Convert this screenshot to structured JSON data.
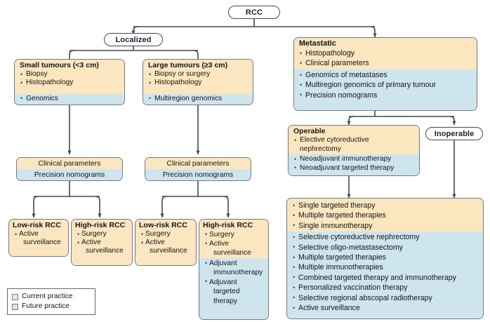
{
  "legend": {
    "current_label": "Current practice",
    "future_label": "Future practice",
    "current_color": "#fbe6bf",
    "future_color": "#cfe5ee"
  },
  "colors": {
    "current_practice": "#fbe6bf",
    "future_practice": "#cfe5ee",
    "node_border": "#3d4a54",
    "box_border": "#6f7b85",
    "edge": "#3d4a54",
    "text": "#111619",
    "background": "#ffffff"
  },
  "nodes": {
    "root": {
      "label": "RCC"
    },
    "localized": {
      "label": "Localized"
    },
    "metastatic_title": {
      "label": "Metastatic"
    },
    "operable_title": {
      "label": "Operable"
    },
    "inoperable": {
      "label": "Inoperable"
    }
  },
  "boxes": {
    "small_tumours": {
      "title": "Small tumours (<3 cm)",
      "current": [
        "Biopsy",
        "Histopathology"
      ],
      "future": [
        "Genomics"
      ]
    },
    "large_tumours": {
      "title": "Large tumours (≥3 cm)",
      "current": [
        "Biopsy or surgery",
        "Histopathology"
      ],
      "future": [
        "Multiregion genomics"
      ]
    },
    "metastatic": {
      "title": "Metastatic",
      "current": [
        "Histopathology",
        "Clinical parameters"
      ],
      "future": [
        "Genomics of metastases",
        "Multiregion genomics of primary tumour",
        "Precision nomograms"
      ]
    },
    "clinical_left": {
      "current_line": "Clinical parameters",
      "future_line": "Precision nomograms"
    },
    "clinical_right": {
      "current_line": "Clinical parameters",
      "future_line": "Precision nomograms"
    },
    "operable": {
      "title": "Operable",
      "current": [
        "Elective cytoreductive",
        "nephrectomy"
      ],
      "future": [
        "Neoadjuvant immunotherapy",
        "Neoadjuvant targeted therapy"
      ]
    },
    "low_risk_left": {
      "title": "Low-risk RCC",
      "current": [
        "Active",
        "surveillance"
      ],
      "future": []
    },
    "high_risk_left": {
      "title": "High-risk RCC",
      "current": [
        "Surgery",
        "Active",
        "surveillance"
      ],
      "future": []
    },
    "low_risk_right": {
      "title": "Low-risk RCC",
      "current": [
        "Surgery",
        "Active",
        "surveillance"
      ],
      "future": []
    },
    "high_risk_right": {
      "title": "High-risk RCC",
      "current": [
        "Surgery",
        "Active",
        "surveillance"
      ],
      "future": [
        "Adjuvant",
        "immunotherapy",
        "Adjuvant",
        "targeted therapy"
      ]
    },
    "systemic_therapy": {
      "current": [
        "Single targeted therapy",
        "Multiple targeted therapies",
        "Single immunotherapy"
      ],
      "future": [
        "Selective cytoreductive nephrectomy",
        "Selective oligo-metastasectomy",
        "Multiple targeted therapies",
        "Multiple immunotherapies",
        "Combined targeted therapy and immunotherapy",
        "Personalized vaccination therapy",
        "Selective regional abscopal radiotherapy",
        "Active surveillance"
      ]
    }
  }
}
